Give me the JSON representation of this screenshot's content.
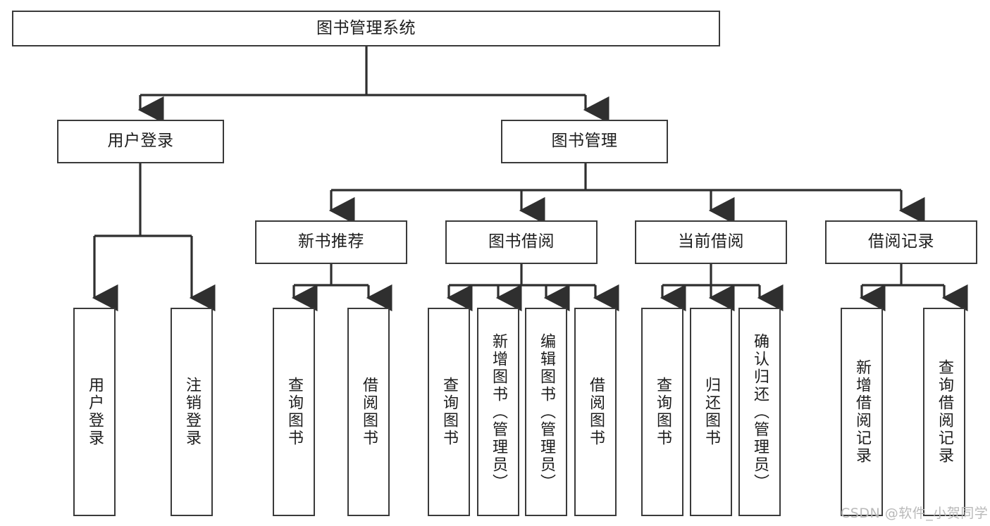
{
  "diagram": {
    "type": "tree-hierarchy",
    "title": "图书管理系统",
    "root": {
      "id": "root",
      "label": "图书管理系统",
      "orientation": "horizontal"
    },
    "level2": [
      {
        "id": "user-login",
        "label": "用户登录",
        "orientation": "horizontal"
      },
      {
        "id": "book-management",
        "label": "图书管理",
        "orientation": "horizontal"
      }
    ],
    "level3": [
      {
        "id": "new-book-recommend",
        "label": "新书推荐",
        "orientation": "horizontal"
      },
      {
        "id": "book-borrow",
        "label": "图书借阅",
        "orientation": "horizontal"
      },
      {
        "id": "current-borrow",
        "label": "当前借阅",
        "orientation": "horizontal"
      },
      {
        "id": "borrow-record",
        "label": "借阅记录",
        "orientation": "horizontal"
      }
    ],
    "leaves": [
      {
        "id": "leaf-user-login",
        "parent": "user-login",
        "label": "用户登录",
        "orientation": "vertical"
      },
      {
        "id": "leaf-logout",
        "parent": "user-login",
        "label": "注销登录",
        "orientation": "vertical"
      },
      {
        "id": "leaf-query-book-1",
        "parent": "new-book-recommend",
        "label": "查询图书",
        "orientation": "vertical"
      },
      {
        "id": "leaf-borrow-book-1",
        "parent": "new-book-recommend",
        "label": "借阅图书",
        "orientation": "vertical"
      },
      {
        "id": "leaf-query-book-2",
        "parent": "book-borrow",
        "label": "查询图书",
        "orientation": "vertical"
      },
      {
        "id": "leaf-add-book",
        "parent": "book-borrow",
        "label": "新增图书（管理员）",
        "orientation": "vertical"
      },
      {
        "id": "leaf-edit-book",
        "parent": "book-borrow",
        "label": "编辑图书（管理员）",
        "orientation": "vertical"
      },
      {
        "id": "leaf-borrow-book-2",
        "parent": "book-borrow",
        "label": "借阅图书",
        "orientation": "vertical"
      },
      {
        "id": "leaf-query-book-3",
        "parent": "current-borrow",
        "label": "查询图书",
        "orientation": "vertical"
      },
      {
        "id": "leaf-return-book",
        "parent": "current-borrow",
        "label": "归还图书",
        "orientation": "vertical"
      },
      {
        "id": "leaf-confirm-return",
        "parent": "current-borrow",
        "label": "确认归还（管理员）",
        "orientation": "vertical"
      },
      {
        "id": "leaf-add-record",
        "parent": "borrow-record",
        "label": "新增借阅记录",
        "orientation": "vertical"
      },
      {
        "id": "leaf-query-record",
        "parent": "borrow-record",
        "label": "查询借阅记录",
        "orientation": "vertical"
      }
    ]
  },
  "style": {
    "box_border_color": "#3a3a3a",
    "connector_color": "#2f2f2f",
    "background_color": "#ffffff",
    "text_color": "#1d1d1d",
    "watermark_color": "#b9b9b9"
  },
  "watermark": {
    "text": "CSDN @软件_小贺同学"
  }
}
